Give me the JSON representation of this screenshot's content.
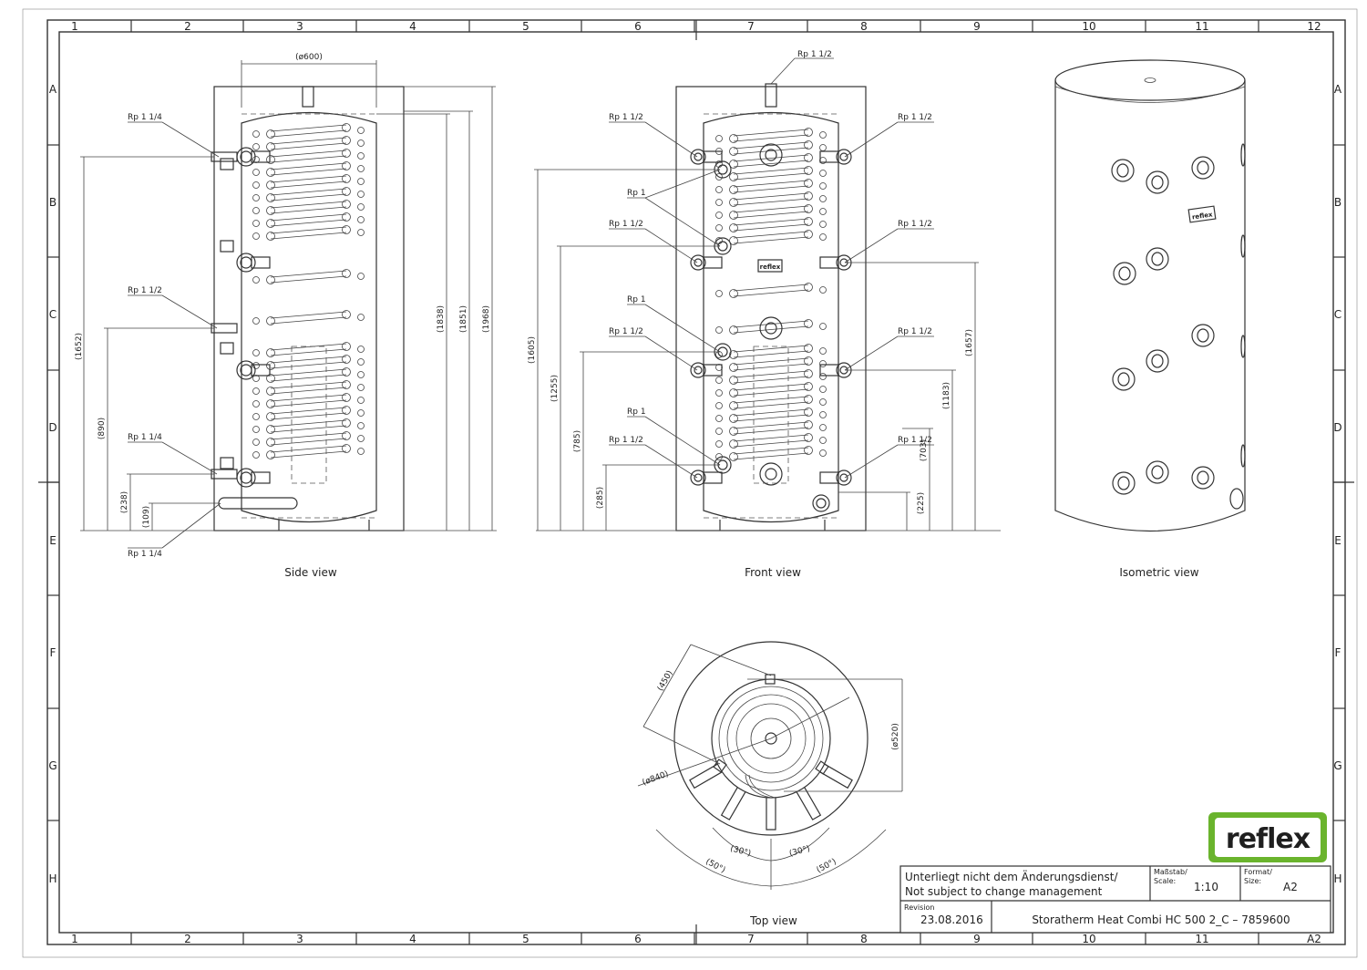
{
  "grid": {
    "columns": [
      "1",
      "2",
      "3",
      "4",
      "5",
      "6",
      "7",
      "8",
      "9",
      "10",
      "11",
      "12"
    ],
    "bottom_last": "A2",
    "rows": [
      "A",
      "B",
      "C",
      "D",
      "E",
      "F",
      "G",
      "H"
    ]
  },
  "views": {
    "side": "Side view",
    "front": "Front view",
    "iso": "Isometric view",
    "top": "Top view"
  },
  "side_labels": [
    "Rp 1 1/4",
    "Rp 1 1/2",
    "Rp 1 1/4",
    "Rp 1 1/4"
  ],
  "side_dims": {
    "width": "(ø600)",
    "h1652": "(1652)",
    "h890": "(890)",
    "h238": "(238)",
    "h109": "(109)",
    "h1838": "(1838)",
    "h1851": "(1851)",
    "h1968": "(1968)"
  },
  "front_top": "Rp 1 1/2",
  "front_left": [
    "Rp 1 1/2",
    "Rp 1",
    "Rp 1 1/2",
    "Rp 1",
    "Rp 1 1/2",
    "Rp 1",
    "Rp 1 1/2"
  ],
  "front_right": [
    "Rp 1 1/2",
    "Rp 1 1/2",
    "Rp 1 1/2",
    "Rp 1 1/2"
  ],
  "front_dims": {
    "h1605": "(1605)",
    "h1255": "(1255)",
    "h785": "(785)",
    "h285": "(285)",
    "h1657": "(1657)",
    "h1183": "(1183)",
    "h703": "(703)",
    "h225": "(225)"
  },
  "top_dims": {
    "d450": "(450)",
    "d520": "(ø520)",
    "d840": "(ø840)",
    "a30a": "(30°)",
    "a30b": "(30°)",
    "a50a": "(50°)",
    "a50b": "(50°)"
  },
  "brand": {
    "small": "reflex",
    "logo": "reflex",
    "logo_bg": "#6ab42d"
  },
  "title_block": {
    "note_de": "Unterliegt nicht dem Änderungsdienst/",
    "note_en": "Not subject to change management",
    "scale_label": "Maßstab/",
    "scale_label2": "Scale:",
    "scale": "1:10",
    "format_label": "Format/",
    "format_label2": "Size:",
    "format": "A2",
    "revision_label": "Revision",
    "revision": "23.08.2016",
    "title": "Storatherm Heat Combi HC 500 2_C – 7859600"
  }
}
